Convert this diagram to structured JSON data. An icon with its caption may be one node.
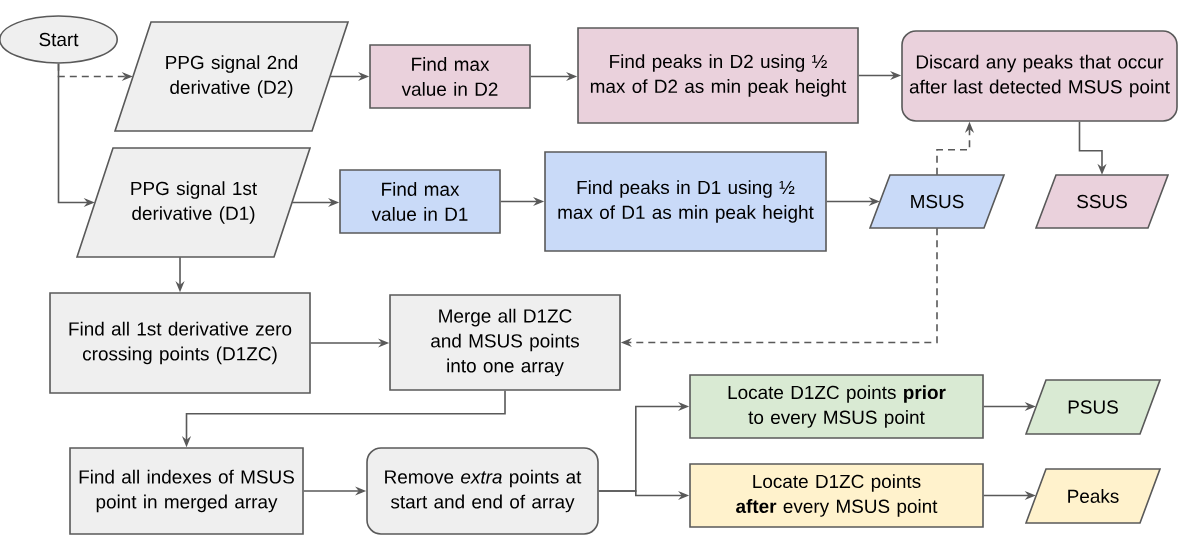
{
  "diagram": {
    "nodes": [
      {
        "text": [
          "Start"
        ]
      },
      {
        "text": [
          "PPG signal 2nd derivative (D2)"
        ]
      },
      {
        "text": [
          "Find max value in D2"
        ]
      },
      {
        "text": [
          "Find peaks in D2 using ½ max of D2 as min peak height"
        ]
      },
      {
        "text": [
          "Discard any peaks that occur after last detected MSUS point"
        ]
      },
      {
        "text": [
          "PPG signal 1st derivative (D1)"
        ]
      },
      {
        "text": [
          "Find max value in D1"
        ]
      },
      {
        "text": [
          "Find peaks in D1 using ½ max of D1 as min peak height"
        ]
      },
      {
        "text": [
          "MSUS"
        ]
      },
      {
        "text": [
          "SSUS"
        ]
      },
      {
        "text": [
          "Find all 1st derivative zero crossing points (D1ZC)"
        ]
      },
      {
        "text": [
          "Merge all D1ZC and MSUS points into one array"
        ]
      },
      {
        "text": [
          "Find all indexes of MSUS point in merged array"
        ]
      },
      {
        "text": [
          "Remove *extra* points at start and end of array"
        ]
      },
      {
        "text": [
          "Locate D1ZC points **prior** to every MSUS point"
        ]
      },
      {
        "text": [
          "PSUS"
        ]
      },
      {
        "text": [
          "Locate D1ZC points **after** every MSUS point"
        ]
      },
      {
        "text": [
          "Peaks"
        ]
      }
    ],
    "edges": [
      {
        "from": 0,
        "to": 1,
        "arrow": "to",
        "style": "dashed"
      },
      {
        "from": 0,
        "to": 5,
        "arrow": "to"
      },
      {
        "from": 1,
        "to": 2,
        "arrow": "to"
      },
      {
        "from": 2,
        "to": 3,
        "arrow": "to"
      },
      {
        "from": 3,
        "to": 4,
        "arrow": "to"
      },
      {
        "from": 5,
        "to": 6,
        "arrow": "to"
      },
      {
        "from": 6,
        "to": 7,
        "arrow": "to"
      },
      {
        "from": 7,
        "to": 8,
        "arrow": "to"
      },
      {
        "from": 8,
        "to": 4,
        "arrow": "to",
        "style": "dashed"
      },
      {
        "from": 4,
        "to": 9,
        "arrow": "to"
      },
      {
        "from": 5,
        "to": 10,
        "arrow": "to"
      },
      {
        "from": 10,
        "to": 11,
        "arrow": "to"
      },
      {
        "from": 8,
        "to": 11,
        "arrow": "to",
        "style": "dashed"
      },
      {
        "from": 11,
        "to": 12,
        "arrow": "to"
      },
      {
        "from": 12,
        "to": 13,
        "arrow": "to"
      },
      {
        "from": 13,
        "to": 14,
        "arrow": "to"
      },
      {
        "from": 13,
        "to": 16,
        "arrow": "to"
      },
      {
        "from": 14,
        "to": 15,
        "arrow": "to"
      },
      {
        "from": 16,
        "to": 17,
        "arrow": "to"
      }
    ]
  }
}
